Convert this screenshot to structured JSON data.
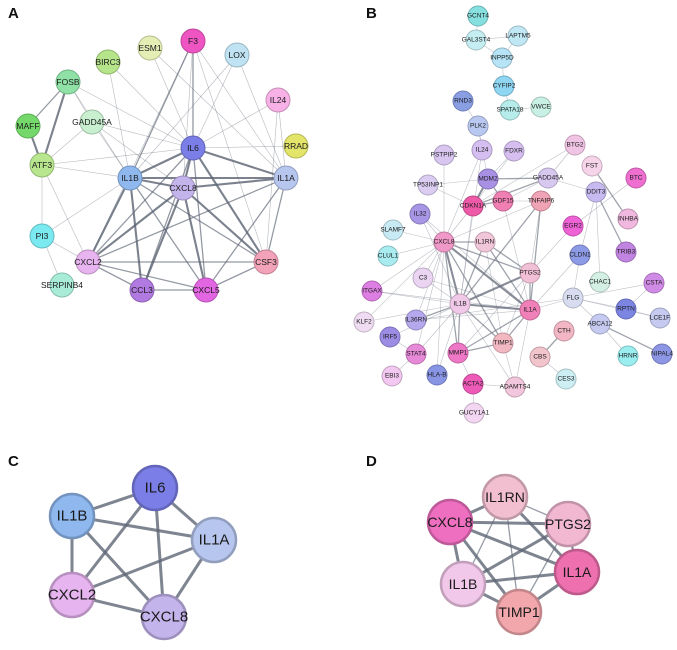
{
  "panels": [
    {
      "label": "A",
      "edge_color": "#5a6372",
      "nodes": [
        {
          "id": "F3",
          "color": "#ee55c2"
        },
        {
          "id": "ESM1",
          "color": "#e3edb4"
        },
        {
          "id": "LOX",
          "color": "#bfe3f2"
        },
        {
          "id": "BIRC3",
          "color": "#b6e48a"
        },
        {
          "id": "FOSB",
          "color": "#8fe1a6"
        },
        {
          "id": "IL24",
          "color": "#f7b1e6"
        },
        {
          "id": "MAFF",
          "color": "#74d96a"
        },
        {
          "id": "GADD45A",
          "color": "#c8efd0"
        },
        {
          "id": "IL6",
          "color": "#7a7ee6"
        },
        {
          "id": "RRAD",
          "color": "#e3e56a"
        },
        {
          "id": "IL1B",
          "color": "#8fb8ee"
        },
        {
          "id": "ATF3",
          "color": "#b8e68e"
        },
        {
          "id": "CXCL8",
          "color": "#c4b4ec"
        },
        {
          "id": "IL1A",
          "color": "#b7c6ee"
        },
        {
          "id": "PI3",
          "color": "#7aeaf0"
        },
        {
          "id": "CXCL2",
          "color": "#e8b4ef"
        },
        {
          "id": "CSF3",
          "color": "#f2a2b9"
        },
        {
          "id": "SERPINB4",
          "color": "#a8ecd7"
        },
        {
          "id": "CCL3",
          "color": "#b07ae0"
        },
        {
          "id": "CXCL5",
          "color": "#e266e2"
        }
      ]
    },
    {
      "label": "B",
      "edge_color": "#6b7280",
      "nodes": [
        {
          "id": "GCNT4",
          "color": "#86e0e0"
        },
        {
          "id": "GAL3ST4",
          "color": "#c5eef2"
        },
        {
          "id": "LAPTM5",
          "color": "#bfe7f4"
        },
        {
          "id": "INPP5D",
          "color": "#b6e4f6"
        },
        {
          "id": "CYFIP2",
          "color": "#8fd6f2"
        },
        {
          "id": "RND3",
          "color": "#8a9ee4"
        },
        {
          "id": "SPATA18",
          "color": "#b6ecea"
        },
        {
          "id": "VWCE",
          "color": "#c9f0e4"
        },
        {
          "id": "PLK2",
          "color": "#b9c8f0"
        },
        {
          "id": "PSTPIP2",
          "color": "#d8c6f1"
        },
        {
          "id": "IL24",
          "color": "#d4bff0"
        },
        {
          "id": "FDXR",
          "color": "#d6bff0"
        },
        {
          "id": "BTG2",
          "color": "#f0c4e4"
        },
        {
          "id": "FST",
          "color": "#f6d4ea"
        },
        {
          "id": "BTC",
          "color": "#ee6fd0"
        },
        {
          "id": "TP53INP1",
          "color": "#dbcdf1"
        },
        {
          "id": "MDM2",
          "color": "#a890e4"
        },
        {
          "id": "GADD45A",
          "color": "#d7c8f0"
        },
        {
          "id": "DDIT3",
          "color": "#c7baf0"
        },
        {
          "id": "CDKN1A",
          "color": "#ee5aa8"
        },
        {
          "id": "GDF15",
          "color": "#f07fb4"
        },
        {
          "id": "TNFAIP6",
          "color": "#f0a3b4"
        },
        {
          "id": "INHBA",
          "color": "#f0b8de"
        },
        {
          "id": "IL32",
          "color": "#a795e6"
        },
        {
          "id": "SLAMF7",
          "color": "#c8eaf4"
        },
        {
          "id": "EGR2",
          "color": "#ee62d6"
        },
        {
          "id": "TRIB3",
          "color": "#c184e0"
        },
        {
          "id": "CLUL1",
          "color": "#a9ecf0"
        },
        {
          "id": "CXCL8",
          "color": "#f099c8"
        },
        {
          "id": "IL1RN",
          "color": "#f0c6d8"
        },
        {
          "id": "CLDN1",
          "color": "#8d9ae6"
        },
        {
          "id": "C3",
          "color": "#ead4f2"
        },
        {
          "id": "PTGS2",
          "color": "#f2c0d6"
        },
        {
          "id": "CHAC1",
          "color": "#d4f0e4"
        },
        {
          "id": "CSTA",
          "color": "#d08be6"
        },
        {
          "id": "ITGAX",
          "color": "#dd7ee2"
        },
        {
          "id": "FLG",
          "color": "#d8dcf0"
        },
        {
          "id": "RPTN",
          "color": "#7c85e2"
        },
        {
          "id": "KLF2",
          "color": "#f0dcf2"
        },
        {
          "id": "IL1B",
          "color": "#f0c8e8"
        },
        {
          "id": "IL1A",
          "color": "#f080b8"
        },
        {
          "id": "ABCA12",
          "color": "#c6caf0"
        },
        {
          "id": "LCE1F",
          "color": "#c6caf0"
        },
        {
          "id": "IL36RN",
          "color": "#b6a8ec"
        },
        {
          "id": "CTH",
          "color": "#f2b6c4"
        },
        {
          "id": "IRF5",
          "color": "#9c8ce4"
        },
        {
          "id": "TIMP1",
          "color": "#f2b8c2"
        },
        {
          "id": "STAT4",
          "color": "#e68ad8"
        },
        {
          "id": "MMP1",
          "color": "#ee78c6"
        },
        {
          "id": "CBS",
          "color": "#f2c4cc"
        },
        {
          "id": "HRNR",
          "color": "#9aeef0"
        },
        {
          "id": "NIPAL4",
          "color": "#8c96e4"
        },
        {
          "id": "EBI3",
          "color": "#f2c8f0"
        },
        {
          "id": "HLA-B",
          "color": "#8895e4"
        },
        {
          "id": "ACTA2",
          "color": "#ee5ab8"
        },
        {
          "id": "ADAMTS4",
          "color": "#f2c6dc"
        },
        {
          "id": "CES3",
          "color": "#cdeff4"
        },
        {
          "id": "GUCY1A1",
          "color": "#f2d6f2"
        }
      ]
    },
    {
      "label": "C",
      "edge_color": "#5e6675",
      "nodes": [
        {
          "id": "IL6",
          "color": "#7a7ee6"
        },
        {
          "id": "IL1B",
          "color": "#8fb8ee"
        },
        {
          "id": "IL1A",
          "color": "#b7c6ee"
        },
        {
          "id": "CXCL2",
          "color": "#e6b4ef"
        },
        {
          "id": "CXCL8",
          "color": "#c4b4ec"
        }
      ]
    },
    {
      "label": "D",
      "edge_color": "#5e6675",
      "nodes": [
        {
          "id": "IL1RN",
          "color": "#f2bfd0"
        },
        {
          "id": "CXCL8",
          "color": "#ee6fbf"
        },
        {
          "id": "PTGS2",
          "color": "#f2b8d2"
        },
        {
          "id": "IL1B",
          "color": "#f2c8ea"
        },
        {
          "id": "IL1A",
          "color": "#ee70ae"
        },
        {
          "id": "TIMP1",
          "color": "#f2a7ac"
        }
      ]
    }
  ]
}
